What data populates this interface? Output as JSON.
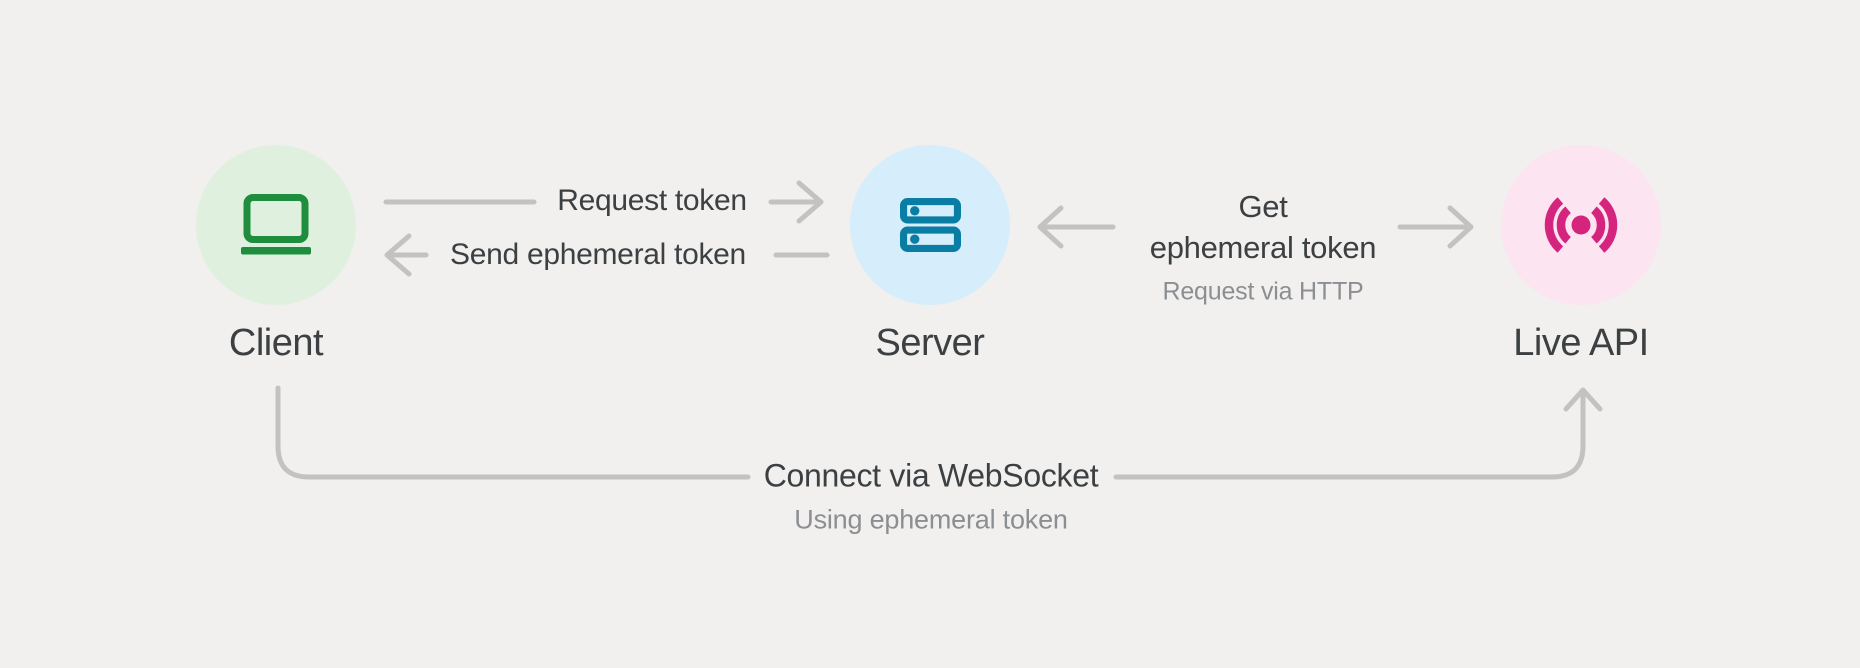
{
  "diagram_title": "",
  "colors": {
    "background": "#f1f0ee",
    "connector_gray": "#c3c2c0",
    "text_primary": "#3c4043",
    "text_secondary": "#8b8e92",
    "client_circle_bg": "#dff0de",
    "client_icon": "#1e8e3e",
    "server_circle_bg": "#d6edfb",
    "server_icon": "#0a7da5",
    "live_api_circle_bg": "#fce4f1",
    "live_api_icon": "#d5247e"
  },
  "nodes": {
    "client": {
      "label": "Client",
      "icon": "laptop-icon"
    },
    "server": {
      "label": "Server",
      "icon": "server-rack-icon"
    },
    "live_api": {
      "label": "Live API",
      "icon": "broadcast-icon"
    }
  },
  "edges": {
    "request_token": {
      "label": "Request token",
      "from": "Client",
      "to": "Server",
      "direction": "right"
    },
    "send_ephemeral_token": {
      "label": "Send ephemeral token",
      "from": "Server",
      "to": "Client",
      "direction": "left"
    },
    "get_ephemeral_token": {
      "label_line1": "Get",
      "label_line2": "ephemeral token",
      "sublabel": "Request via HTTP",
      "from": "Server",
      "to": "Live API",
      "direction": "both-ends"
    },
    "connect_websocket": {
      "label": "Connect via WebSocket",
      "sublabel": "Using ephemeral token",
      "from": "Client",
      "to": "Live API",
      "direction": "up-into-live-api"
    }
  }
}
